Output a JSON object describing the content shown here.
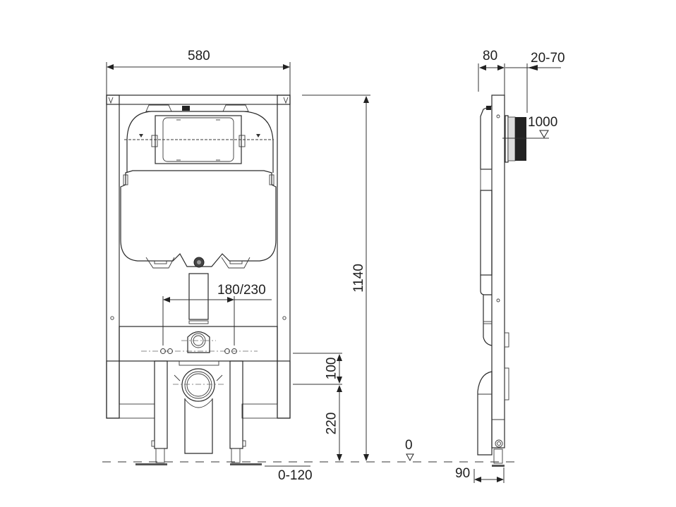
{
  "drawing": {
    "title": "Concealed WC cistern installation frame - dimension drawing",
    "views": [
      "front-view",
      "side-view"
    ],
    "line_color": "#2a2a2a",
    "background": "#ffffff"
  },
  "dimensions": {
    "frame_width": "580",
    "frame_height": "1140",
    "flush_pipe_spacing": "180/230",
    "drain_above_fixing": "100",
    "fixing_height": "220",
    "floor_level": "0",
    "leg_adjustment": "0-120",
    "frame_depth": "80",
    "wall_panel_thickness": "20-70",
    "actuator_height": "1000",
    "foot_offset": "90"
  }
}
